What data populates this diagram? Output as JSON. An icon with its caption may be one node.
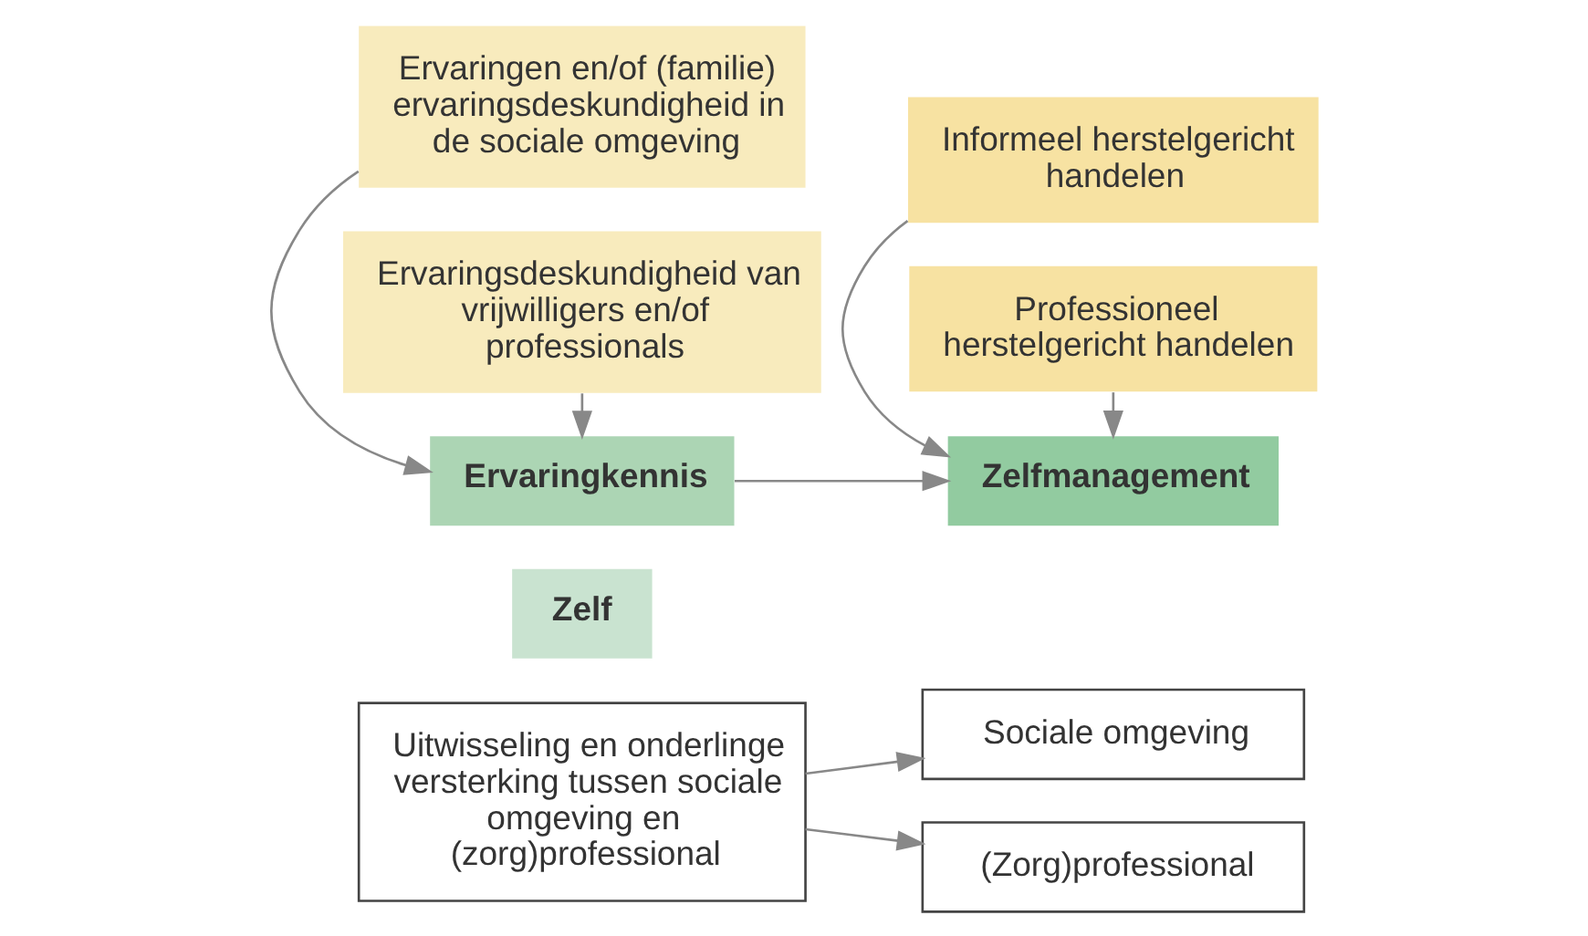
{
  "diagram": {
    "nodes": [
      {
        "text": [
          "Sociale omgeving"
        ]
      },
      {
        "text": [
          "Zelf"
        ]
      },
      {
        "text": [
          "Ervaringen en/of (familie) ervaringsdeskundigheid in de sociale omgeving"
        ]
      },
      {
        "text": [
          "Informeel herstelgericht handelen"
        ]
      },
      {
        "text": [
          "Ervaringkennis"
        ]
      },
      {
        "text": [
          "Zelfmanagement"
        ]
      },
      {
        "text": [
          "Ervaringsdeskundigheid van vrijwilligers en/of professionals"
        ]
      },
      {
        "text": [
          "Professioneel herstelgericht handelen"
        ]
      },
      {
        "text": [
          "Uitwisseling en onderlinge versterking tussen sociale omgeving en (zorg)professional"
        ]
      },
      {
        "text": [
          "(Zorg)professional"
        ]
      }
    ],
    "edges": [
      {
        "from": 2,
        "to": 4,
        "arrow": "to"
      },
      {
        "from": 3,
        "to": 5,
        "arrow": "to"
      },
      {
        "from": 4,
        "to": 5,
        "arrow": "to"
      },
      {
        "from": 6,
        "to": 4,
        "arrow": "to"
      },
      {
        "from": 7,
        "to": 5,
        "arrow": "to"
      },
      {
        "from": 8,
        "to": 0,
        "arrow": "to"
      },
      {
        "from": 8,
        "to": 9,
        "arrow": "to"
      }
    ]
  }
}
